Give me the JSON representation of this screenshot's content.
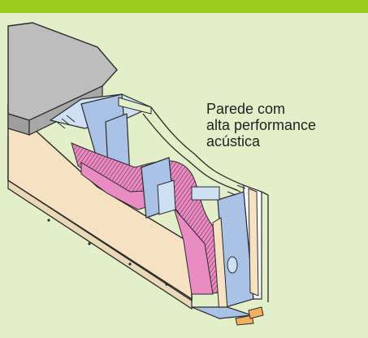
{
  "caption": {
    "lines": [
      "Parede com",
      "alta performance",
      "acústica"
    ]
  },
  "colors": {
    "top_bar": "#9acd1e",
    "panel_background": "#e3efc9",
    "slab": "#bdbdbd",
    "board_face": "#f6e1c2",
    "board_edge": "#ead9b9",
    "stud": "#a9c2e6",
    "insulation": "#e98cc3",
    "hatch": "#7b3a5a",
    "track": "#cfe0f4",
    "outline": "#2b2b2b"
  },
  "icons": {
    "illustration": "drywall-acoustic-wall-cutaway"
  }
}
